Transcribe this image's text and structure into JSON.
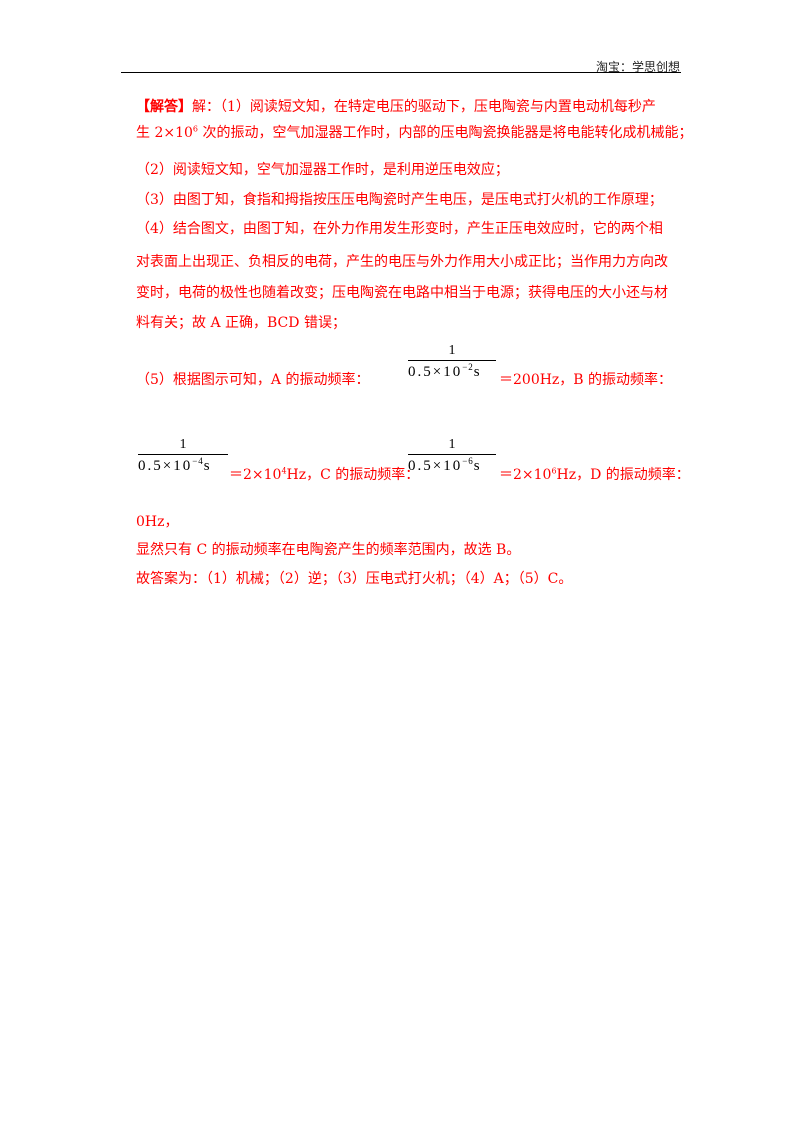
{
  "header": {
    "text": "淘宝：学思创想"
  },
  "lines": {
    "l1_prefix": "【解答】",
    "l1_rest": "解：（1）阅读短文知，在特定电压的驱动下，压电陶瓷与内置电动机每秒产",
    "l2_a": "生 2×10",
    "l2_exp": "6",
    "l2_b": " 次的振动，空气加湿器工作时，内部的压电陶瓷换能器是将电能转化成机械能；",
    "l3": "（2）阅读短文知，空气加湿器工作时，是利用逆压电效应；",
    "l4": "（3）由图丁知，食指和拇指按压压电陶瓷时产生电压，是压电式打火机的工作原理；",
    "l5": "（4）结合图文，由图丁知，在外力作用发生形变时，产生正压电效应时，它的两个相",
    "l6": "对表面上出现正、负相反的电荷，产生的电压与外力作用大小成正比；当作用力方向改",
    "l7": "变时，电荷的极性也随着改变；压电陶瓷在电路中相当于电源；获得电压的大小还与材",
    "l8": "料有关；故 A 正确，BCD 错误；",
    "l9_a": "（5）根据图示可知，A 的振动频率：",
    "l9_b": "＝200Hz，B 的振动频率：",
    "l10_a": "＝2×10",
    "l10_exp1": "4",
    "l10_b": "Hz，C 的振动频率：",
    "l10_c": "＝2×10",
    "l10_exp2": "6",
    "l10_d": "Hz，D 的振动频率：",
    "l11": "0Hz，",
    "l12": "显然只有 C 的振动频率在电陶瓷产生的频率范围内，故选 B。",
    "l13": "故答案为：（1）机械；（2）逆；（3）压电式打火机；（4）A；（5）C。"
  },
  "fractions": [
    {
      "num": "1",
      "den_base": "0.5×10",
      "den_exp": "−2",
      "den_unit": "s"
    },
    {
      "num": "1",
      "den_base": "0.5×10",
      "den_exp": "−4",
      "den_unit": "s"
    },
    {
      "num": "1",
      "den_base": "0.5×10",
      "den_exp": "−6",
      "den_unit": "s"
    }
  ]
}
